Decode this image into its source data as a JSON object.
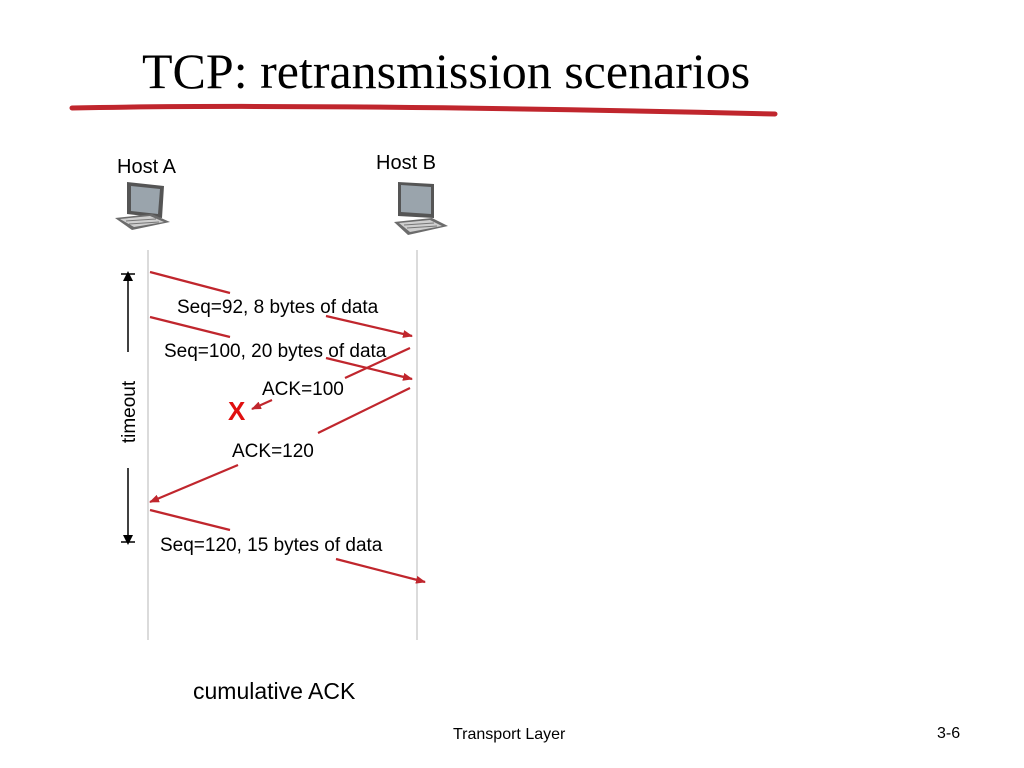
{
  "slide": {
    "title_prefix": "TCP:",
    "title_rest": " retransmission scenarios",
    "accent_color": "#c0262d"
  },
  "diagram": {
    "host_a": "Host A",
    "host_b": "Host B",
    "timeout_label": "timeout",
    "loss_marker": "X",
    "segments": [
      {
        "from": "Host A",
        "to": "Host B",
        "label": "Seq=92, 8 bytes of data"
      },
      {
        "from": "Host A",
        "to": "Host B",
        "label": "Seq=100, 20 bytes of data"
      },
      {
        "from": "Host B",
        "to": "Host A",
        "label": "ACK=100",
        "lost": true
      },
      {
        "from": "Host B",
        "to": "Host A",
        "label": "ACK=120"
      },
      {
        "from": "Host A",
        "to": "Host B",
        "label": "Seq=120,  15 bytes of data"
      }
    ],
    "caption": "cumulative ACK"
  },
  "footer": {
    "section": "Transport Layer",
    "page": "3-6"
  }
}
